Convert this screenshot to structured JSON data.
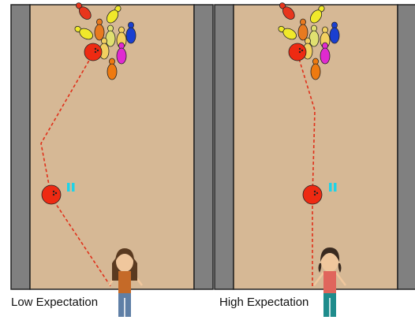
{
  "panels": [
    {
      "caption": "Low Expectation",
      "path_style": "curved",
      "colors": {
        "shirt": "#c56a28",
        "pants": "#5f7fa6"
      }
    },
    {
      "caption": "High Expectation",
      "path_style": "straight",
      "colors": {
        "shirt": "#e0655c",
        "pants": "#1f8c8c"
      }
    }
  ],
  "colors": {
    "lane": "#d6b895",
    "gutter": "#808080",
    "ball": "#ee2a12",
    "ball_highlight": "#ff7a55",
    "path": "#e0301a",
    "pause_marker": "#1fd3e8",
    "skin": "#f0c79d",
    "hair": "#5a3a20"
  },
  "icons": [
    "bowling-ball-icon",
    "pause-icon",
    "bowling-pin-icon",
    "person-icon"
  ]
}
